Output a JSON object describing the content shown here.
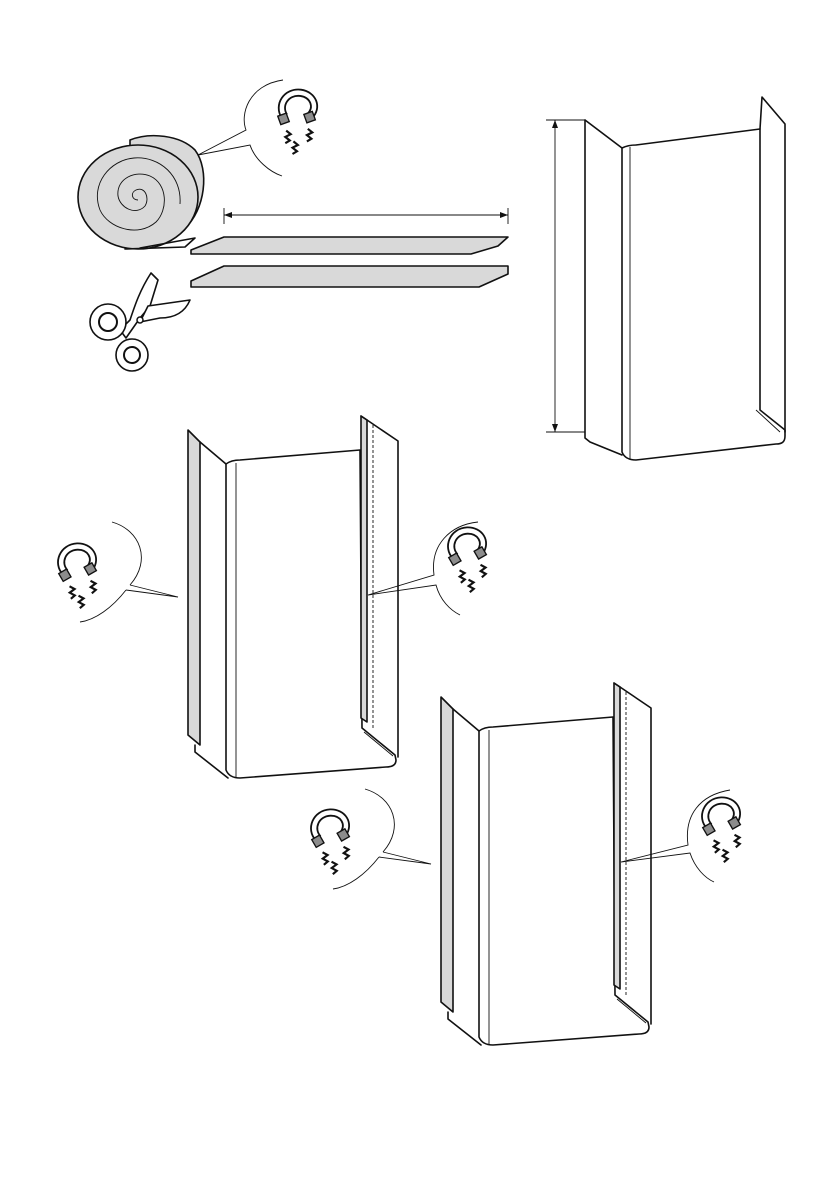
{
  "figure": {
    "colors": {
      "stroke": "#111111",
      "material_fill": "#d9d9d9",
      "magnet_tip": "#8c8c8c",
      "background": "#ffffff"
    },
    "icons": [
      "magnetic-roll-icon",
      "magnet-icon",
      "lightning-icon",
      "scissors-icon",
      "dimension-arrow-icon"
    ],
    "steps": [
      {
        "name": "cut-magnetic-strips"
      },
      {
        "name": "measure-panel-height"
      },
      {
        "name": "attach-strips-panel-a"
      },
      {
        "name": "attach-strips-panel-b"
      }
    ]
  }
}
